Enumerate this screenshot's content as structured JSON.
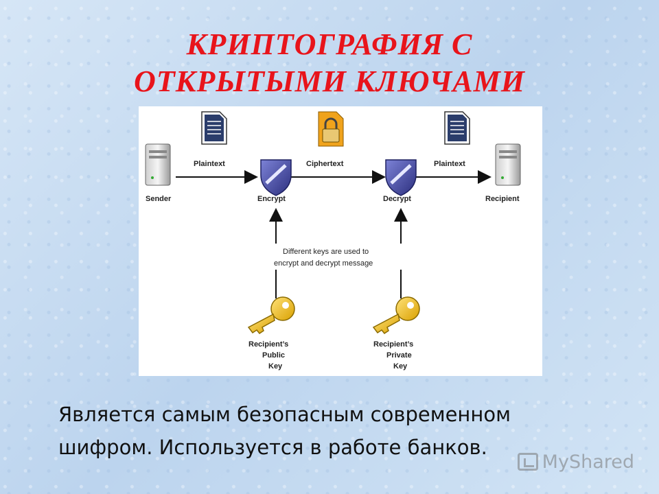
{
  "title": {
    "line1": "КРИПТОГРАФИЯ С",
    "line2": "ОТКРЫТЫМИ КЛЮЧАМИ"
  },
  "diagram": {
    "nodes": {
      "sender": "Sender",
      "encrypt": "Encrypt",
      "decrypt": "Decrypt",
      "recipient": "Recipient"
    },
    "edges": {
      "plaintext_in": "Plaintext",
      "ciphertext": "Ciphertext",
      "plaintext_out": "Plaintext"
    },
    "note": {
      "line1": "Different keys are used to",
      "line2": "encrypt and decrypt message"
    },
    "keys": {
      "public": {
        "line1": "Recipient’s",
        "line2": "Public",
        "line3": "Key"
      },
      "private": {
        "line1": "Recipient’s",
        "line2": "Private",
        "line3": "Key"
      }
    },
    "icons": [
      "server-icon",
      "document-icon",
      "shield-icon",
      "lock-icon",
      "key-icon"
    ]
  },
  "caption": {
    "line1": "Является самым безопасным современном",
    "line2": "шифром. Используется в работе банков."
  },
  "watermark": {
    "text": "MyShared"
  },
  "colors": {
    "title": "#e8141b",
    "key": "#f2c21b",
    "shield": "#4a4fa8",
    "lock": "#f0a31c"
  }
}
